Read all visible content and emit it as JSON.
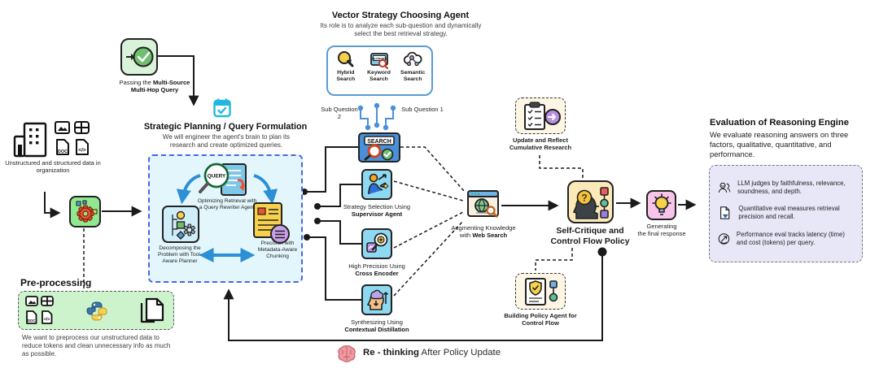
{
  "diagram": {
    "passing": {
      "pre": "Passing the",
      "bold1": "Multi-Source",
      "bold2": "Multi-Hop Query"
    },
    "org_data": "Unstructured and structured data in organization",
    "files": {
      "doc_label": "DOC",
      "code_label": "</>"
    },
    "preprocessing": {
      "title": "Pre-processing",
      "desc": "We want to preprocess our unstructured data to reduce tokens and clean unnecessary info as much as possible."
    },
    "strategic": {
      "title": "Strategic Planning / Query Formulation",
      "desc": "We will engineer the agent's brain to plan its research and create optimized queries.",
      "query_badge": "QUERY",
      "optimizing": "Optimizing Retrieval with a Query Rewriter Agent",
      "decomposing": "Decomposing the Problem with Tool-Aware Planner",
      "precision": "Precision with Metadata-Aware Chunking"
    },
    "vector": {
      "title": "Vector Strategy Choosing Agent",
      "desc": "Its role is to analyze each sub-question and dynamically select the best retrieval strategy.",
      "hybrid": "Hybrid Search",
      "keyword": "Keyword Search",
      "semantic": "Semantic Search",
      "keyword_badge": "KEYWORD",
      "sub_q2": "Sub Question 2",
      "sub_q1": "Sub Question 1"
    },
    "search_badge": "SEARCH",
    "supervisor": {
      "line1": "Strategy Selection Using",
      "line2": "Supervisor Agent"
    },
    "cross": {
      "line1": "High Precision Using",
      "line2": "Cross Encoder"
    },
    "distill": {
      "line1": "Synthesizing Using",
      "line2": "Contextual Distillation"
    },
    "websearch": {
      "line1": "Augmenting Knowledge",
      "line2pre": "with",
      "line2bold": "Web Search"
    },
    "update_reflect": "Update and Reflect Cumulative Research",
    "self_critique": "Self-Critique and Control Flow Policy",
    "policy_agent": "Building Policy Agent for Control Flow",
    "generating": {
      "line1": "Generating",
      "line2": "the final response"
    },
    "evaluation": {
      "title": "Evaluation of Reasoning  Engine",
      "desc": "We evaluate reasoning answers on three factors, qualitative, quantitative, and performance.",
      "items": [
        {
          "icon": "llm-judges-icon",
          "text": "LLM judges by faithfulness, relevance, soundness, and depth."
        },
        {
          "icon": "quantitative-eval-icon",
          "text": "Quantitative eval measures retrieval precision and recall."
        },
        {
          "icon": "performance-eval-icon",
          "text": "Performance eval tracks latency (time) and cost (tokens) per query."
        }
      ]
    },
    "rethinking": {
      "bold": "Re - thinking",
      "rest": "After Policy Update"
    }
  },
  "colors": {
    "strategic_box_fill": "#e3f6fc",
    "strategic_box_border": "#4a63e8",
    "vector_box_border": "#5b9bd5",
    "preprocessing_fill": "#cdf3cd",
    "evaluation_fill": "#e8e7f8",
    "note_box_fill": "#fdf6e4",
    "tile_blue": "#97dcf5",
    "tile_green": "#90e890",
    "tile_pink": "#f9c4ea",
    "tile_cream": "#fce9b8",
    "tile_lightgreen": "#d9f2d9",
    "connector_blue": "#4a90d9",
    "line_black": "#1a1a1a"
  }
}
